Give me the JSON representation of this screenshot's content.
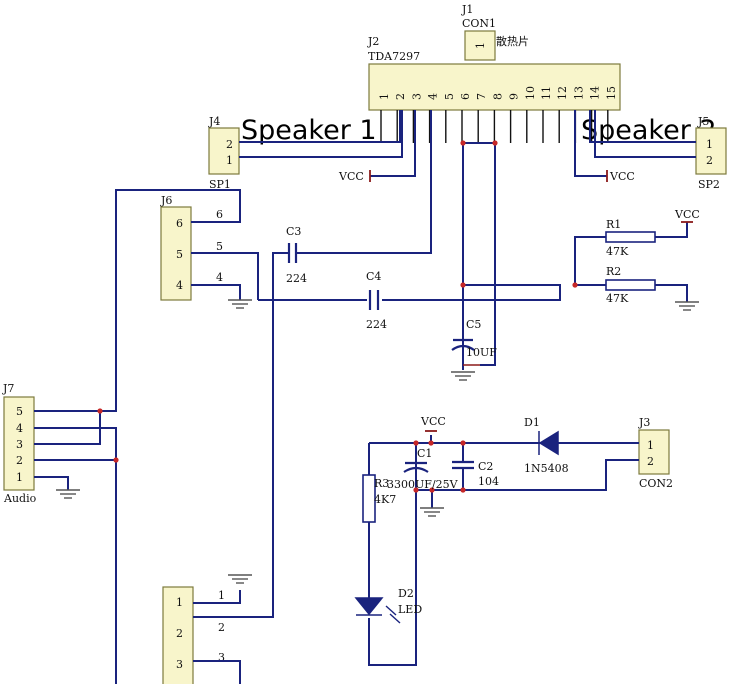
{
  "labels": {
    "speaker1": "Speaker 1",
    "speaker2": "Speaker 2"
  },
  "chip": {
    "ref": "J2",
    "value": "TDA7297",
    "pins": [
      "1",
      "2",
      "3",
      "4",
      "5",
      "6",
      "7",
      "8",
      "9",
      "10",
      "11",
      "12",
      "13",
      "14",
      "15"
    ]
  },
  "heatsink": {
    "ref": "J1",
    "value": "CON1",
    "pin": "1",
    "note": "散热片"
  },
  "j4": {
    "ref": "J4",
    "value": "SP1",
    "pins": [
      "2",
      "1"
    ]
  },
  "j5": {
    "ref": "J5",
    "value": "SP2",
    "pins": [
      "1",
      "2"
    ]
  },
  "j6": {
    "ref": "J6",
    "pins": [
      "6",
      "5",
      "4"
    ],
    "wire_labels": [
      "6",
      "5",
      "4"
    ]
  },
  "j7": {
    "ref": "J7",
    "value": "Audio",
    "pins": [
      "5",
      "4",
      "3",
      "2",
      "1"
    ]
  },
  "j8": {
    "pins": [
      "1",
      "2",
      "3"
    ],
    "wire_labels": [
      "1",
      "2",
      "3"
    ]
  },
  "j3": {
    "ref": "J3",
    "value": "CON2",
    "pins": [
      "1",
      "2"
    ]
  },
  "c3": {
    "ref": "C3",
    "value": "224"
  },
  "c4": {
    "ref": "C4",
    "value": "224"
  },
  "c5": {
    "ref": "C5",
    "value": "10UF"
  },
  "c1": {
    "ref": "C1",
    "value": "3300UF/25V"
  },
  "c2": {
    "ref": "C2",
    "value": "104"
  },
  "r1": {
    "ref": "R1",
    "value": "47K"
  },
  "r2": {
    "ref": "R2",
    "value": "47K"
  },
  "r3": {
    "ref": "R3",
    "value": "4K7"
  },
  "d1": {
    "ref": "D1",
    "value": "1N5408"
  },
  "d2": {
    "ref": "D2",
    "value": "LED"
  },
  "vcc": "VCC",
  "colors": {
    "wire": "#1a237e",
    "junction": "#c62828",
    "connector_fill": "#f8f5cb"
  }
}
